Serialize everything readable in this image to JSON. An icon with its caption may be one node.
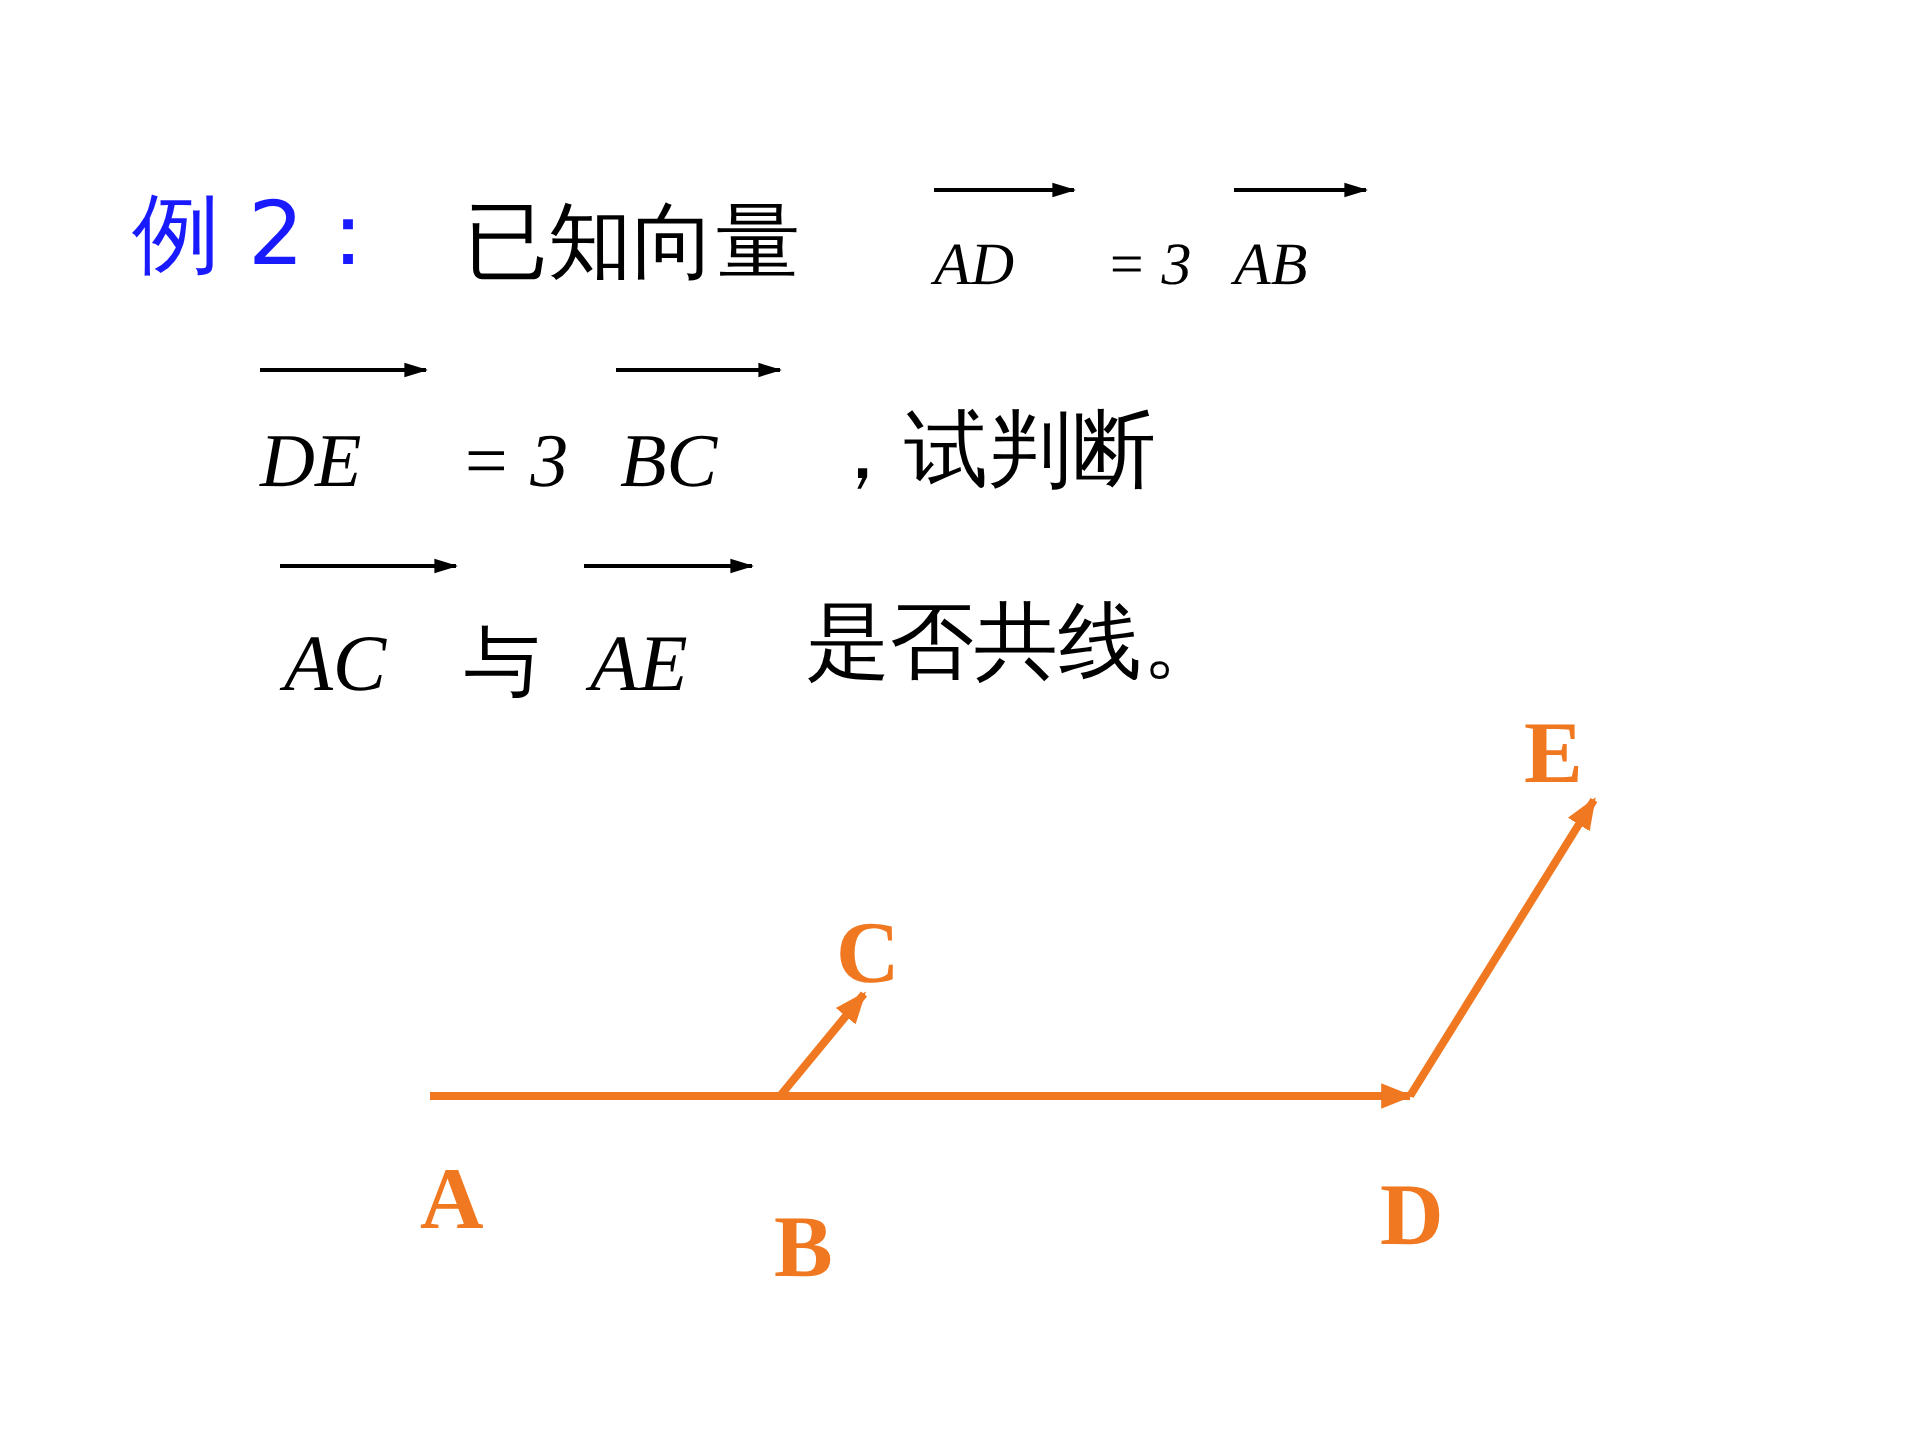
{
  "diagram": {
    "nodes": [
      {
        "text": [
          "A"
        ]
      },
      {
        "text": [
          "B"
        ]
      },
      {
        "text": [
          "C"
        ]
      },
      {
        "text": [
          "D"
        ]
      },
      {
        "text": [
          "E"
        ]
      }
    ],
    "edges": [
      {
        "from": 0,
        "to": 3,
        "arrow": "to"
      },
      {
        "from": 1,
        "to": 2,
        "arrow": "to"
      },
      {
        "from": 3,
        "to": 4,
        "arrow": "to"
      }
    ],
    "labels": [
      "例 2：",
      "已知向量",
      "AD",
      "= 3",
      "AB",
      "DE",
      "= 3",
      "BC",
      "，试判断",
      "AC",
      "与",
      "AE",
      "是否共线。"
    ]
  }
}
